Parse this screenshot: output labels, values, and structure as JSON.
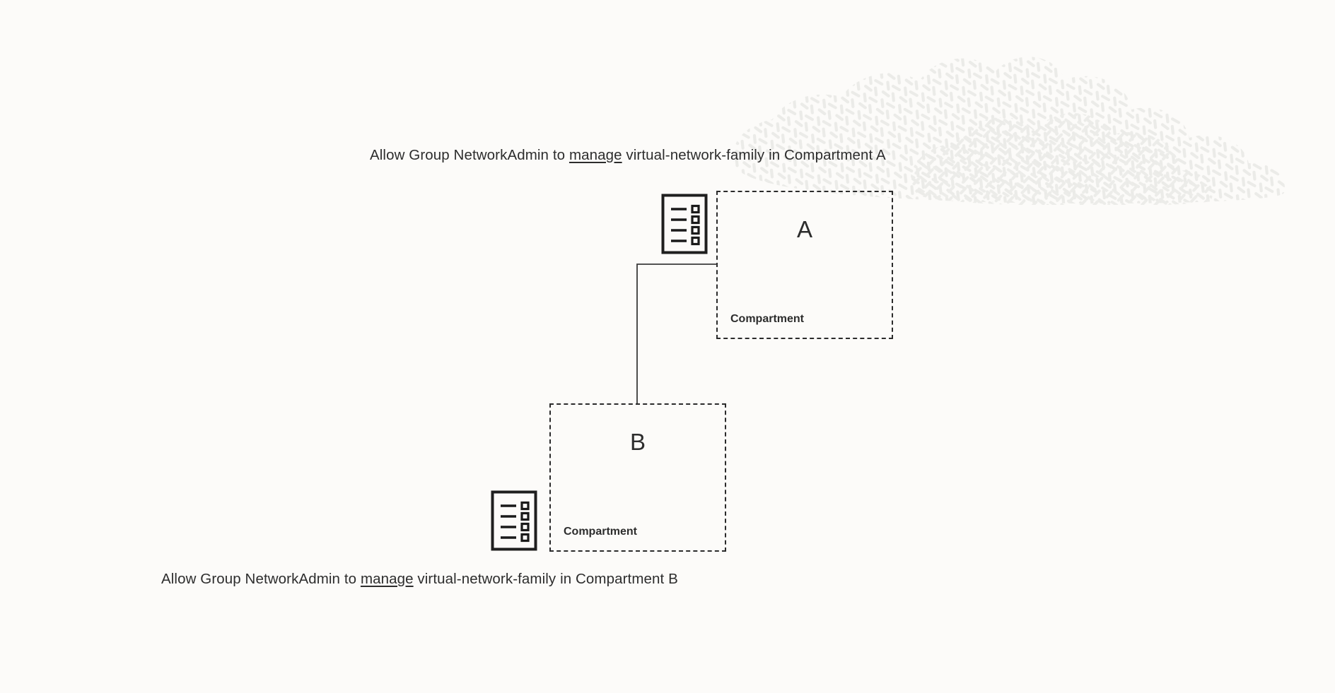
{
  "page": {
    "background_color": "#FCFBF9",
    "ink_color": "#2d2d2d",
    "decor_color": "#EDEDEB"
  },
  "diagram": {
    "type": "policy-compartment-hierarchy",
    "policies": [
      {
        "id": "policy-a",
        "prefix": "Allow Group NetworkAdmin to ",
        "verb": "manage",
        "suffix": " virtual-network-family in Compartment A",
        "full_text": "Allow Group NetworkAdmin to manage virtual-network-family in Compartment A",
        "attached_to": "A"
      },
      {
        "id": "policy-b",
        "prefix": "Allow Group NetworkAdmin to ",
        "verb": "manage",
        "suffix": " virtual-network-family in Compartment B",
        "full_text": "Allow Group NetworkAdmin to manage virtual-network-family in Compartment B",
        "attached_to": "B"
      }
    ],
    "compartments": [
      {
        "id": "A",
        "letter": "A",
        "label": "Compartment"
      },
      {
        "id": "B",
        "letter": "B",
        "label": "Compartment"
      }
    ],
    "icons": [
      {
        "id": "policy-icon-a",
        "name": "policy-document-icon",
        "rows": 4
      },
      {
        "id": "policy-icon-b",
        "name": "policy-document-icon",
        "rows": 4
      }
    ],
    "connector": {
      "name": "parent-child-connector",
      "from": "A",
      "to": "B",
      "style": "elbow"
    }
  }
}
